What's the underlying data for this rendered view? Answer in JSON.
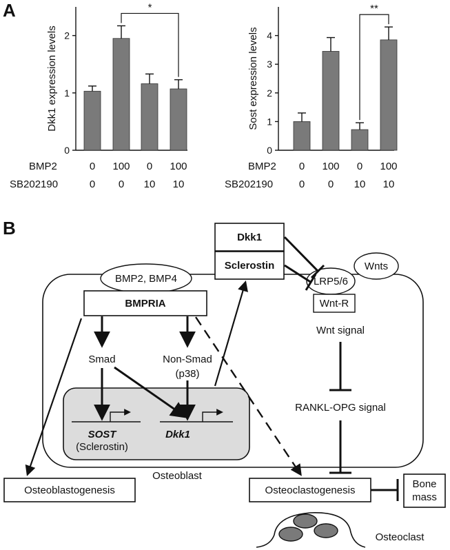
{
  "panel_a": {
    "letter": "A",
    "row_labels": [
      "BMP2",
      "SB202190"
    ],
    "conditions": {
      "bmp2": [
        "0",
        "100",
        "0",
        "100"
      ],
      "sb202190": [
        "0",
        "0",
        "10",
        "10"
      ]
    }
  },
  "chart_data": [
    {
      "type": "bar",
      "ylabel": "Dkk1 expression levels",
      "categories": [
        "0 / 0",
        "100 / 0",
        "0 / 10",
        "100 / 10"
      ],
      "values": [
        1.03,
        1.95,
        1.16,
        1.07
      ],
      "errors": [
        0.09,
        0.22,
        0.17,
        0.16
      ],
      "ylim": [
        0,
        2.5
      ],
      "yticks": [
        "0",
        "1",
        "2"
      ],
      "bar_color": "#7a7a7a",
      "significance": {
        "from": 1,
        "to": 3,
        "label": "*"
      }
    },
    {
      "type": "bar",
      "ylabel": "Sost expression levels",
      "categories": [
        "0 / 0",
        "100 / 0",
        "0 / 10",
        "100 / 10"
      ],
      "values": [
        1.0,
        3.45,
        0.72,
        3.85
      ],
      "errors": [
        0.3,
        0.48,
        0.24,
        0.45
      ],
      "ylim": [
        0,
        5
      ],
      "yticks": [
        "0",
        "1",
        "2",
        "3",
        "4"
      ],
      "bar_color": "#7a7a7a",
      "significance": {
        "from": 2,
        "to": 3,
        "label": "**"
      }
    }
  ],
  "panel_b": {
    "letter": "B",
    "dkk1_box": "Dkk1",
    "sclerostin_box": "Sclerostin",
    "wnts": "Wnts",
    "lrp": "LRP5/6",
    "wntr": "Wnt-R",
    "bmp_ligands": "BMP2, BMP4",
    "receptor": "BMPRIA",
    "smad": "Smad",
    "nonsmad": "Non-Smad",
    "p38": "(p38)",
    "sost_gene": "SOST",
    "sost_sub": "(Sclerostin)",
    "dkk1_gene": "Dkk1",
    "wnt_signal": "Wnt signal",
    "rankl": "RANKL-OPG signal",
    "osteoblast": "Osteoblast",
    "osteoblastogenesis": "Osteoblastogenesis",
    "osteoclastogenesis": "Osteoclastogenesis",
    "bone_mass_1": "Bone",
    "bone_mass_2": "mass",
    "osteoclast": "Osteoclast"
  }
}
